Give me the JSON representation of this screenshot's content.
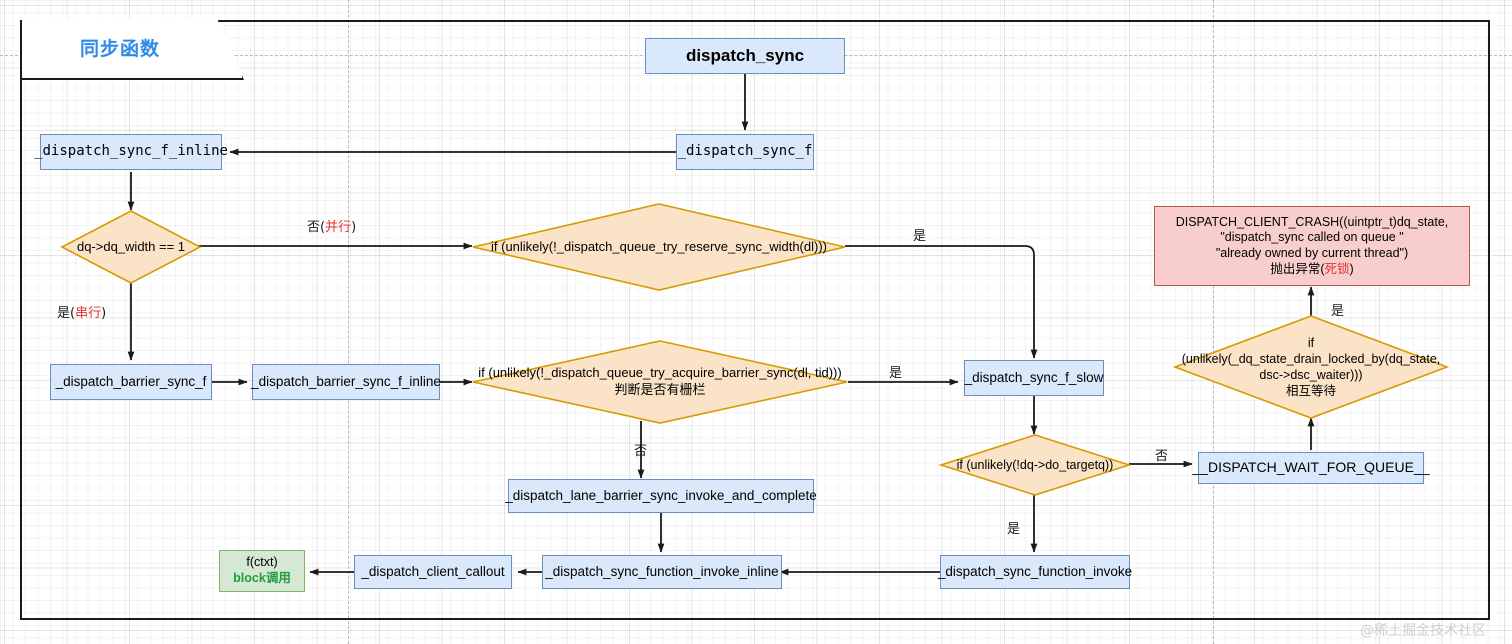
{
  "frame": {
    "title": "同步函数"
  },
  "watermark": "@稀土掘金技术社区",
  "nodes": {
    "dispatch_sync": "dispatch_sync",
    "dispatch_sync_f": "_dispatch_sync_f",
    "dispatch_sync_f_inline": "_dispatch_sync_f_inline",
    "dq_width_check": "dq->dq_width == 1",
    "reserve_sync_width": "if (unlikely(!_dispatch_queue_try_reserve_sync_width(dl)))",
    "crash_line1": "DISPATCH_CLIENT_CRASH((uintptr_t)dq_state,",
    "crash_line2": "\"dispatch_sync called on queue \"",
    "crash_line3": "\"already owned by current thread\")",
    "crash_line4_prefix": "抛出异常(",
    "crash_line4_red": "死锁",
    "crash_line4_suffix": ")",
    "barrier_sync_f": "_dispatch_barrier_sync_f",
    "barrier_sync_f_inline": "_dispatch_barrier_sync_f_inline",
    "acquire_barrier_line1": "if (unlikely(!_dispatch_queue_try_acquire_barrier_sync(dl, tid)))",
    "acquire_barrier_line2": "判断是否有栅栏",
    "sync_f_slow": "_dispatch_sync_f_slow",
    "drain_locked_line1": "if",
    "drain_locked_line2": "(unlikely(_dq_state_drain_locked_by(dq_state,",
    "drain_locked_line3": "dsc->dsc_waiter)))",
    "drain_locked_line4": "相互等待",
    "do_targetq_check": "if (unlikely(!dq->do_targetq))",
    "wait_for_queue": "__DISPATCH_WAIT_FOR_QUEUE__",
    "lane_barrier_invoke": "_dispatch_lane_barrier_sync_invoke_and_complete",
    "sync_function_invoke": "_dispatch_sync_function_invoke",
    "sync_function_invoke_inline": "_dispatch_sync_function_invoke_inline",
    "client_callout": "_dispatch_client_callout",
    "block_line1": "f(ctxt)",
    "block_line2_bold": "block",
    "block_line2_rest": "调用"
  },
  "edge_labels": {
    "width_no_prefix": "否(",
    "width_no_red": "并行",
    "width_no_suffix": ")",
    "width_yes_prefix": "是(",
    "width_yes_red": "串行",
    "width_yes_suffix": ")",
    "reserve_yes": "是",
    "barrier_yes": "是",
    "barrier_no": "否",
    "targetq_no": "否",
    "targetq_yes": "是",
    "drain_yes": "是"
  },
  "colors": {
    "process_fill": "#dae8fc",
    "process_stroke": "#6c8ebf",
    "decision_fill": "#fbe3c7",
    "decision_stroke": "#d79b00",
    "error_fill": "#f8cecc",
    "error_stroke": "#b85450",
    "success_fill": "#d5e8d4",
    "success_stroke": "#82b366",
    "title_color": "#2f8ae8",
    "accent_red": "#e53030",
    "accent_green": "#1f9e3e"
  }
}
